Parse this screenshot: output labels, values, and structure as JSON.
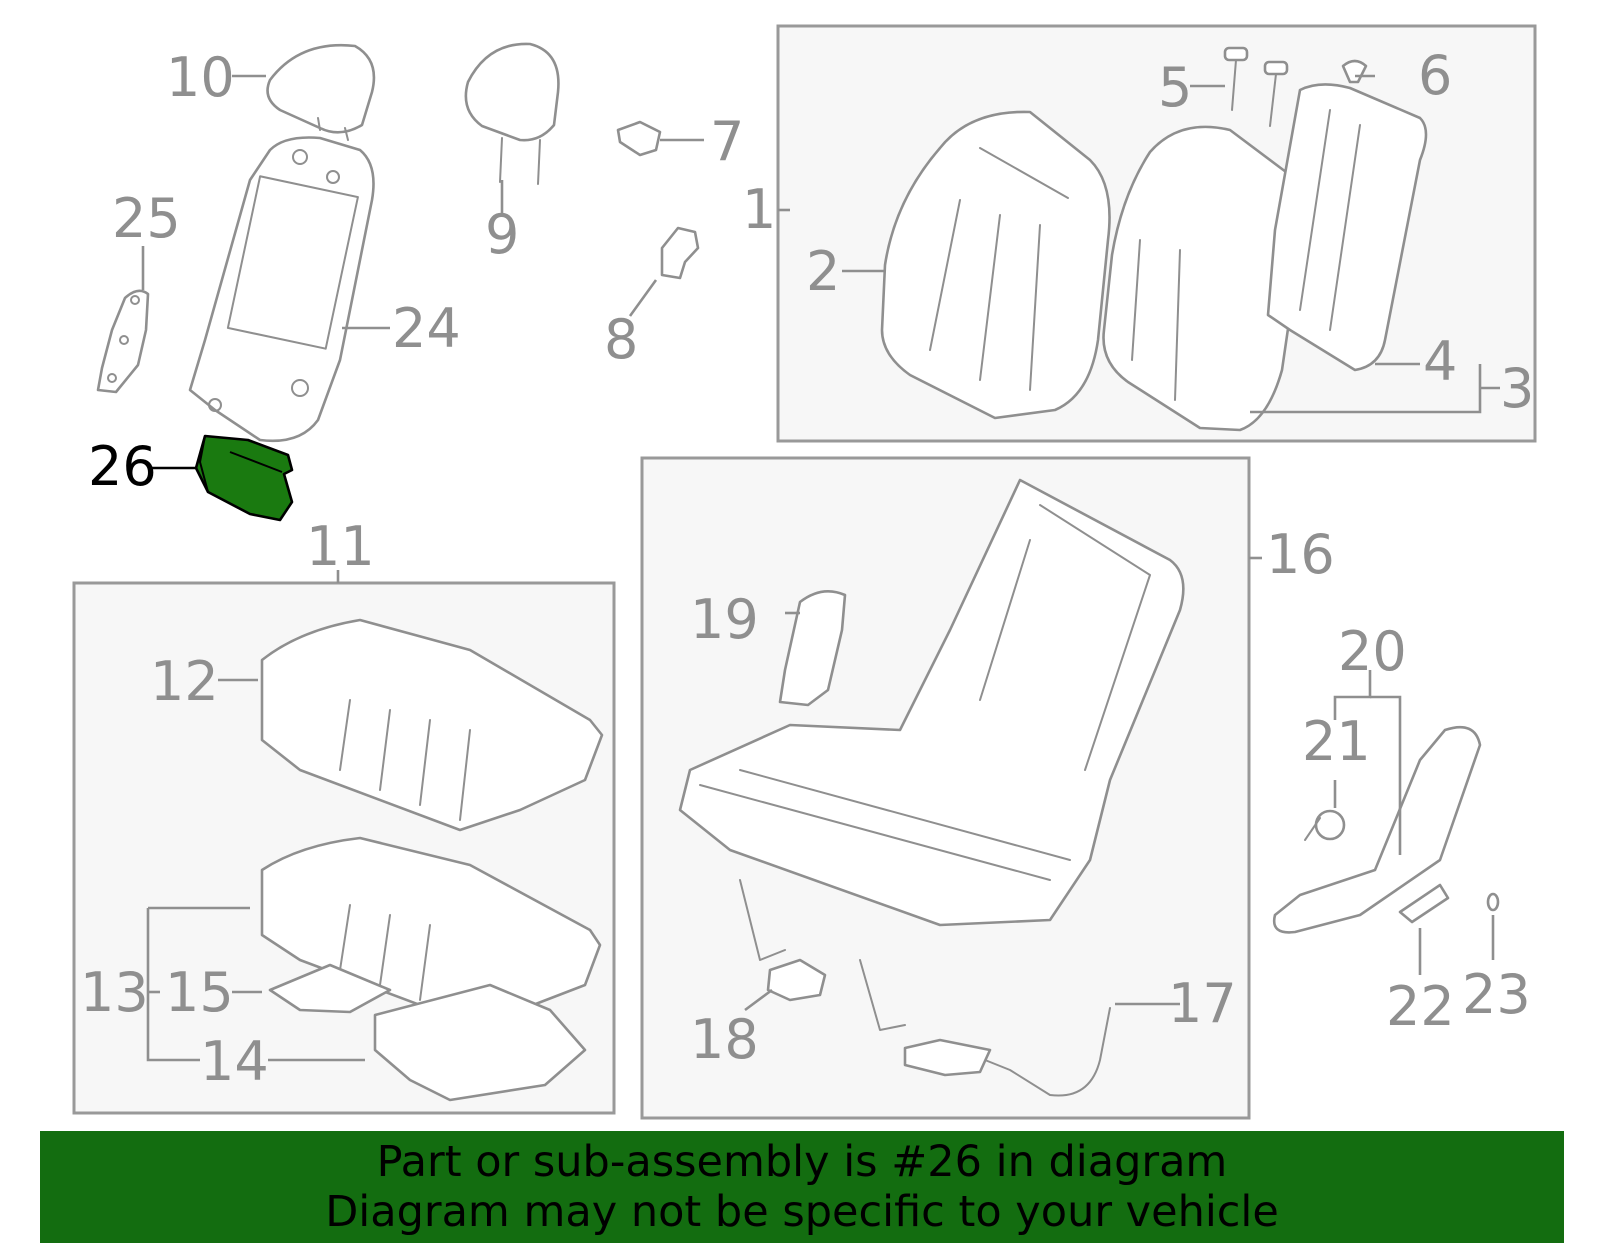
{
  "callouts": {
    "c1": "1",
    "c2": "2",
    "c3": "3",
    "c4": "4",
    "c5": "5",
    "c6": "6",
    "c7": "7",
    "c8": "8",
    "c9": "9",
    "c10": "10",
    "c11": "11",
    "c12": "12",
    "c13": "13",
    "c14": "14",
    "c15": "15",
    "c16": "16",
    "c17": "17",
    "c18": "18",
    "c19": "19",
    "c20": "20",
    "c21": "21",
    "c22": "22",
    "c23": "23",
    "c24": "24",
    "c25": "25",
    "c26": "26"
  },
  "highlight": {
    "part": "26",
    "color": "#136d10"
  },
  "banner": {
    "line1": "Part or sub-assembly is #26 in diagram",
    "line2": "Diagram may not be specific to your vehicle"
  }
}
